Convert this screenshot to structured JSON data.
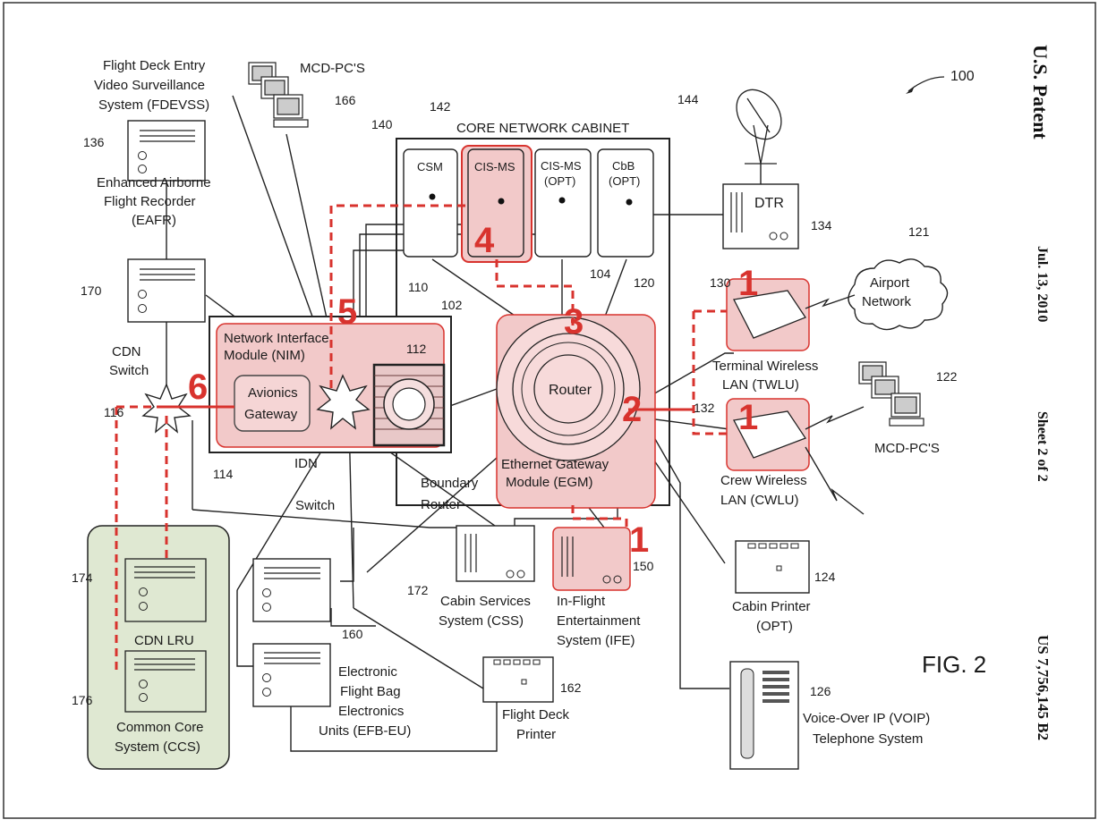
{
  "header": {
    "patent": "U.S. Patent",
    "date": "Jul. 13, 2010",
    "sheet": "Sheet 2 of 2",
    "number": "US 7,756,145 B2",
    "fig_ref": "100"
  },
  "figure_label": "FIG. 2",
  "core": {
    "title": "CORE NETWORK CABINET",
    "csm": "CSM",
    "cisms": "CIS-MS",
    "cisms_opt_1": "CIS-MS",
    "cisms_opt_2": "(OPT)",
    "cbb_1": "CbB",
    "cbb_2": "(OPT)"
  },
  "nim": {
    "label_1": "Network Interface",
    "label_2": "Module (NIM)",
    "ag_1": "Avionics",
    "ag_2": "Gateway",
    "boundary_1": "Boundary",
    "boundary_2": "Router",
    "idn_1": "IDN",
    "idn_2": "Switch"
  },
  "egm": {
    "router": "Router",
    "label_1": "Ethernet Gateway",
    "label_2": "Module (EGM)"
  },
  "devices": {
    "mcd_top": "MCD-PC'S",
    "mcd_right": "MCD-PC'S",
    "fdevss": [
      "Flight Deck Entry",
      "Video Surveillance",
      "System (FDEVSS)"
    ],
    "eafr": [
      "Enhanced Airborne",
      "Flight Recorder",
      "(EAFR)"
    ],
    "cdn_switch": [
      "CDN",
      "Switch"
    ],
    "dtr": "DTR",
    "airport": [
      "Airport",
      "Network"
    ],
    "twlu": [
      "Terminal Wireless",
      "LAN (TWLU)"
    ],
    "cwlu": [
      "Crew Wireless",
      "LAN (CWLU)"
    ],
    "cabin_printer": [
      "Cabin Printer",
      "(OPT)"
    ],
    "css": [
      "Cabin Services",
      "System (CSS)"
    ],
    "ife": [
      "In-Flight",
      "Entertainment",
      "System (IFE)"
    ],
    "cdn_lru": "CDN LRU",
    "ccs": [
      "Common Core",
      "System (CCS)"
    ],
    "efb": [
      "Electronic",
      "Flight Bag",
      "Electronics",
      "Units (EFB-EU)"
    ],
    "fd_printer": [
      "Flight Deck",
      "Printer"
    ],
    "voip": [
      "Voice-Over IP (VOIP)",
      "Telephone System"
    ]
  },
  "refs": {
    "r166": "166",
    "r136": "136",
    "r140": "140",
    "r142": "142",
    "r144": "144",
    "r170": "170",
    "r110": "110",
    "r102": "102",
    "r112": "112",
    "r104": "104",
    "r120": "120",
    "r121": "121",
    "r130": "130",
    "r134": "134",
    "r122": "122",
    "r132": "132",
    "r116": "116",
    "r114": "114",
    "r150": "150",
    "r124": "124",
    "r172": "172",
    "r174": "174",
    "r176": "176",
    "r160": "160",
    "r162": "162",
    "r126": "126"
  },
  "markers": {
    "m1a": "1",
    "m1b": "1",
    "m1c": "1",
    "m2": "2",
    "m3": "3",
    "m4": "4",
    "m5": "5",
    "m6": "6"
  },
  "colors": {
    "highlight_red": "#d8332e",
    "pink_fill": "#f2c9c9",
    "green_fill": "#dfe8d2"
  }
}
